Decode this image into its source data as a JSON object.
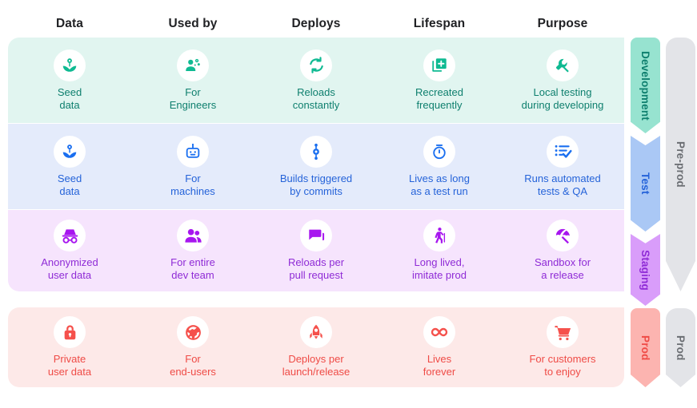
{
  "columns": [
    {
      "label": "Data"
    },
    {
      "label": "Used by"
    },
    {
      "label": "Deploys"
    },
    {
      "label": "Lifespan"
    },
    {
      "label": "Purpose"
    }
  ],
  "rows": [
    {
      "key": "dev",
      "stage_label": "Development",
      "accent": "#0e7f6e",
      "icon_color": "#0fba92",
      "band_bg": "#e1f5f0",
      "arrow_bg": "#97e3d0",
      "cells": [
        {
          "icon": "flower-seed-icon",
          "label": "Seed\ndata"
        },
        {
          "icon": "engineer-icon",
          "label": "For\nEngineers"
        },
        {
          "icon": "refresh-loop-icon",
          "label": "Reloads\nconstantly"
        },
        {
          "icon": "copy-plus-icon",
          "label": "Recreated\nfrequently"
        },
        {
          "icon": "wrench-icon",
          "label": "Local testing\nduring developing"
        }
      ]
    },
    {
      "key": "test",
      "stage_label": "Test",
      "accent": "#2563d9",
      "icon_color": "#1a6ff0",
      "band_bg": "#e4ebfb",
      "arrow_bg": "#aac8f5",
      "cells": [
        {
          "icon": "flower-seed-icon",
          "label": "Seed\ndata"
        },
        {
          "icon": "robot-icon",
          "label": "For\nmachines"
        },
        {
          "icon": "commit-node-icon",
          "label": "Builds triggered\nby commits"
        },
        {
          "icon": "stopwatch-icon",
          "label": "Lives as long\nas a test run"
        },
        {
          "icon": "checklist-icon",
          "label": "Runs automated\ntests & QA"
        }
      ]
    },
    {
      "key": "staging",
      "stage_label": "Staging",
      "accent": "#8f2bd6",
      "icon_color": "#a716ef",
      "band_bg": "#f6e4fd",
      "arrow_bg": "#d99dfa",
      "cells": [
        {
          "icon": "incognito-icon",
          "label": "Anonymized\nuser data"
        },
        {
          "icon": "people-icon",
          "label": "For entire\ndev team"
        },
        {
          "icon": "chat-bubble-icon",
          "label": "Reloads per\npull request"
        },
        {
          "icon": "elder-walk-icon",
          "label": "Long lived,\nimitate prod"
        },
        {
          "icon": "beach-umbrella-icon",
          "label": "Sandbox for\na release"
        }
      ]
    },
    {
      "key": "prod",
      "stage_label": "Prod",
      "accent": "#ef4b46",
      "icon_color": "#f5514c",
      "band_bg": "#fde9e8",
      "arrow_bg": "#fcb4b0",
      "cells": [
        {
          "icon": "lock-icon",
          "label": "Private\nuser data"
        },
        {
          "icon": "globe-offline-icon",
          "label": "For\nend-users"
        },
        {
          "icon": "rocket-icon",
          "label": "Deploys per\nlaunch/release"
        },
        {
          "icon": "infinity-icon",
          "label": "Lives\nforever"
        },
        {
          "icon": "shopping-cart-icon",
          "label": "For customers\nto enjoy"
        }
      ]
    }
  ],
  "groups": [
    {
      "key": "preprod",
      "label": "Pre-prod",
      "bg": "#e3e4e8",
      "text_color": "#6a6d72"
    },
    {
      "key": "prod",
      "label": "Prod",
      "bg": "#e3e4e8",
      "text_color": "#6a6d72"
    }
  ]
}
